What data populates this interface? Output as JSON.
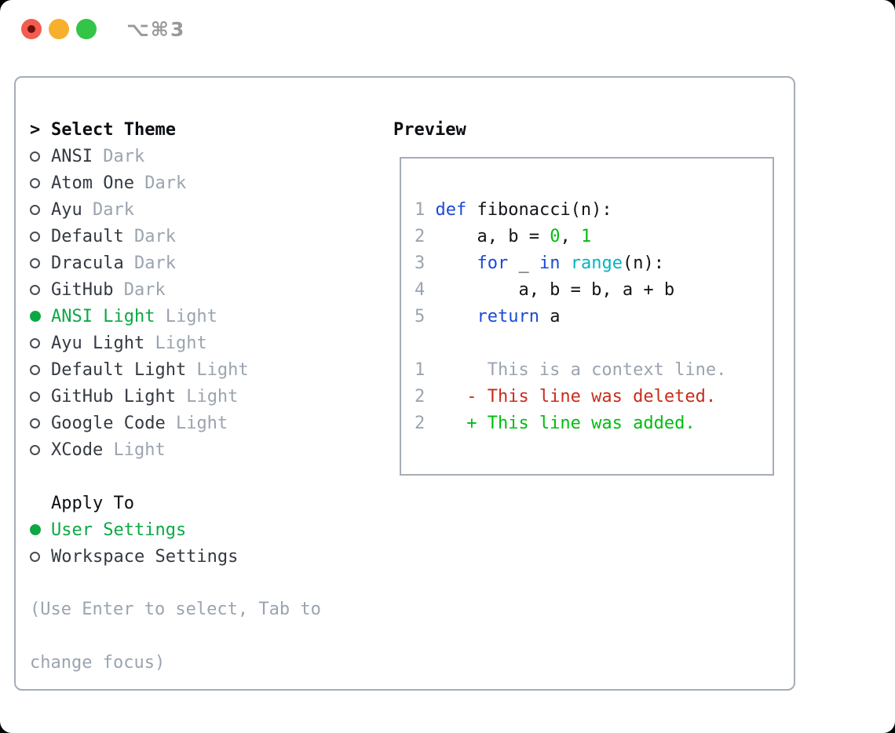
{
  "colors": {
    "window-bg": "#ffffff",
    "page-bg": "#000000",
    "panel-border": "#a5adb7",
    "header-text": "#0b0e12",
    "item-text": "#343a42",
    "code-text": "#101418",
    "muted-gray": "#9aa4b0",
    "radio-stroke": "#464d56",
    "select-green": "#0da845",
    "bright-green": "#00bd0f",
    "keyword-blue": "#1a4ad6",
    "builtin-cyan": "#02b5c2",
    "deleted-red": "#c92c1c",
    "traffic-red": "#f35c51",
    "traffic-red-dot": "#6e100c",
    "traffic-yellow": "#f6b02c",
    "traffic-green": "#33c448",
    "shortcut-gray": "#98989d"
  },
  "window": {
    "shortcut": "⌥⌘3"
  },
  "theme_selector": {
    "header_prefix": ">",
    "header": "Select Theme",
    "items": [
      {
        "name": "ANSI",
        "variant": "Dark",
        "selected": false
      },
      {
        "name": "Atom One",
        "variant": "Dark",
        "selected": false
      },
      {
        "name": "Ayu",
        "variant": "Dark",
        "selected": false
      },
      {
        "name": "Default",
        "variant": "Dark",
        "selected": false
      },
      {
        "name": "Dracula",
        "variant": "Dark",
        "selected": false
      },
      {
        "name": "GitHub",
        "variant": "Dark",
        "selected": false
      },
      {
        "name": "ANSI Light",
        "variant": "Light",
        "selected": true
      },
      {
        "name": "Ayu Light",
        "variant": "Light",
        "selected": false
      },
      {
        "name": "Default Light",
        "variant": "Light",
        "selected": false
      },
      {
        "name": "GitHub Light",
        "variant": "Light",
        "selected": false
      },
      {
        "name": "Google Code",
        "variant": "Light",
        "selected": false
      },
      {
        "name": "XCode",
        "variant": "Light",
        "selected": false
      }
    ],
    "apply_to": {
      "header": "Apply To",
      "options": [
        {
          "name": "User Settings",
          "selected": true
        },
        {
          "name": "Workspace Settings",
          "selected": false
        }
      ]
    },
    "hint_lines": [
      "(Use Enter to select, Tab to",
      "change focus)"
    ]
  },
  "preview": {
    "title": "Preview",
    "code_lines": [
      {
        "num": "1",
        "tokens": [
          {
            "c": "keyword",
            "t": "def"
          },
          {
            "c": "plain",
            "t": " fibonacci(n):"
          }
        ]
      },
      {
        "num": "2",
        "tokens": [
          {
            "c": "plain",
            "t": "    a, b = "
          },
          {
            "c": "number",
            "t": "0"
          },
          {
            "c": "plain",
            "t": ", "
          },
          {
            "c": "number",
            "t": "1"
          }
        ]
      },
      {
        "num": "3",
        "tokens": [
          {
            "c": "plain",
            "t": "    "
          },
          {
            "c": "keyword",
            "t": "for"
          },
          {
            "c": "plain",
            "t": " _ "
          },
          {
            "c": "keyword",
            "t": "in"
          },
          {
            "c": "plain",
            "t": " "
          },
          {
            "c": "builtin",
            "t": "range"
          },
          {
            "c": "plain",
            "t": "(n):"
          }
        ]
      },
      {
        "num": "4",
        "tokens": [
          {
            "c": "plain",
            "t": "        a, b = b, a + b"
          }
        ]
      },
      {
        "num": "5",
        "tokens": [
          {
            "c": "plain",
            "t": "    "
          },
          {
            "c": "keyword",
            "t": "return"
          },
          {
            "c": "plain",
            "t": " a"
          }
        ]
      }
    ],
    "diff_lines": [
      {
        "num": "1",
        "tokens": [
          {
            "c": "context",
            "t": "     This is a context line."
          }
        ]
      },
      {
        "num": "2",
        "tokens": [
          {
            "c": "deleted",
            "t": "   - This line was deleted."
          }
        ]
      },
      {
        "num": "2",
        "tokens": [
          {
            "c": "added",
            "t": "   + This line was added."
          }
        ]
      }
    ]
  }
}
